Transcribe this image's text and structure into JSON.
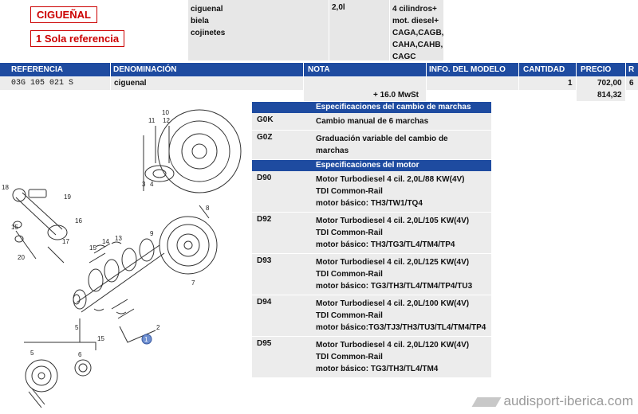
{
  "badges": {
    "title": "CIGUEÑAL",
    "subtitle": "1 Sola referencia"
  },
  "infobox": {
    "names": [
      "ciguenal",
      "biela",
      "cojinetes"
    ],
    "displacement": "2,0l",
    "engine_lines": [
      "4 cilindros+",
      "mot. diesel+",
      "CAGA,CAGB,",
      "CAHA,CAHB,",
      "CAGC"
    ]
  },
  "table": {
    "headers": {
      "referencia": "REFERENCIA",
      "denominacion": "DENOMINACIÓN",
      "nota": "NOTA",
      "info": "INFO. DEL MODELO",
      "cantidad": "CANTIDAD",
      "precio": "PRECIO",
      "r": "R"
    },
    "row": {
      "referencia": "03G 105 021 S",
      "denominacion": "ciguenal",
      "cantidad": "1",
      "precio": "702,00",
      "r": "6",
      "mwst": "+ 16.0 MwSt",
      "precio_total": "814,32"
    }
  },
  "specs": {
    "gearbox_header": "Especificaciones del cambio de marchas",
    "gearbox": [
      {
        "code": "G0K",
        "lines": [
          "Cambio manual de 6 marchas"
        ]
      },
      {
        "code": "G0Z",
        "lines": [
          "Graduación variable del cambio de",
          "marchas"
        ]
      }
    ],
    "engine_header": "Especificaciones del motor",
    "engines": [
      {
        "code": "D90",
        "lines": [
          "Motor Turbodiesel 4 cil. 2,0L/88 KW(4V)",
          "TDI Common-Rail",
          "motor básico: TH3/TW1/TQ4"
        ]
      },
      {
        "code": "D92",
        "lines": [
          "Motor Turbodiesel 4 cil. 2,0L/105 KW(4V)",
          "TDI Common-Rail",
          "motor básico: TH3/TG3/TL4/TM4/TP4"
        ]
      },
      {
        "code": "D93",
        "lines": [
          "Motor Turbodiesel 4 cil. 2,0L/125 KW(4V)",
          "TDI Common-Rail",
          "motor básico: TG3/TH3/TL4/TM4/TP4/TU3"
        ]
      },
      {
        "code": "D94",
        "lines": [
          "Motor Turbodiesel 4 cil. 2,0L/100 KW(4V)",
          "TDI Common-Rail",
          "motor básico:TG3/TJ3/TH3/TU3/TL4/TM4/TP4"
        ]
      },
      {
        "code": "D95",
        "lines": [
          "Motor Turbodiesel 4 cil. 2,0L/120 KW(4V)",
          "TDI Common-Rail",
          "motor básico: TG3/TH3/TL4/TM4"
        ]
      }
    ]
  },
  "diagram": {
    "labels": [
      "10",
      "11",
      "12",
      "3",
      "4",
      "19",
      "18",
      "16",
      "17",
      "15",
      "20",
      "14",
      "13",
      "15",
      "9",
      "8",
      "7",
      "5",
      "15",
      "1",
      "2",
      "5",
      "6"
    ],
    "selected": "1"
  },
  "footer": {
    "brand": "audisport-iberica.com"
  }
}
